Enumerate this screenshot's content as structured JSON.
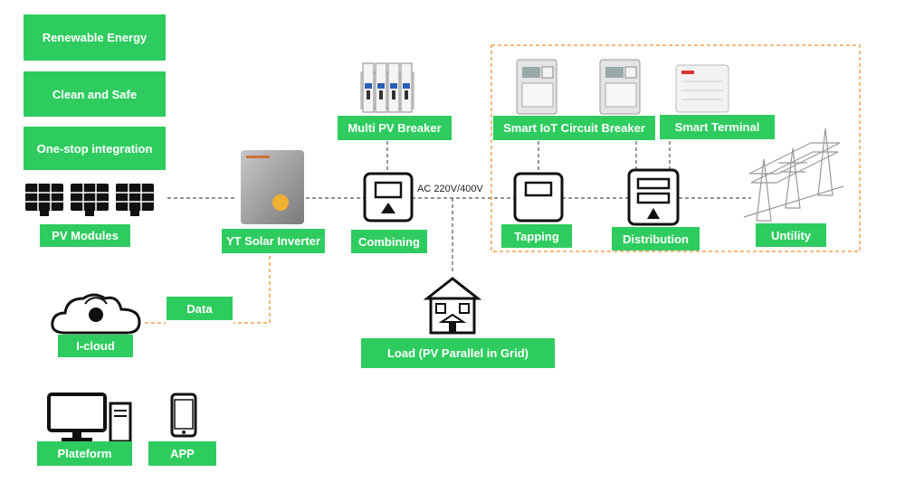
{
  "features": [
    "Renewable Energy",
    "Clean and Safe",
    "One-stop integration"
  ],
  "labels": {
    "pv_modules": "PV Modules",
    "inverter": "YT Solar Inverter",
    "multi_pv_breaker": "Multi PV Breaker",
    "combining": "Combining",
    "ac_voltage": "AC  220V/400V",
    "smart_iot_breaker": "Smart IoT Circuit Breaker",
    "smart_terminal": "Smart Terminal",
    "tapping": "Tapping",
    "distribution": "Distribution",
    "utility": "Untility",
    "data": "Data",
    "icloud": "I-cloud",
    "load": "Load  (PV Parallel in Grid)",
    "plateform": "Plateform",
    "app": "APP"
  },
  "colors": {
    "green": "#2ecc5f",
    "orange_dash": "#f0a050",
    "line": "#555555"
  },
  "icons": [
    "solar-panel-icon",
    "inverter-icon",
    "breaker-icon",
    "combiner-box-icon",
    "iot-breaker-icon",
    "smart-terminal-icon",
    "tapping-box-icon",
    "distribution-box-icon",
    "power-tower-icon",
    "cloud-icon",
    "house-icon",
    "desktop-icon",
    "phone-icon"
  ]
}
